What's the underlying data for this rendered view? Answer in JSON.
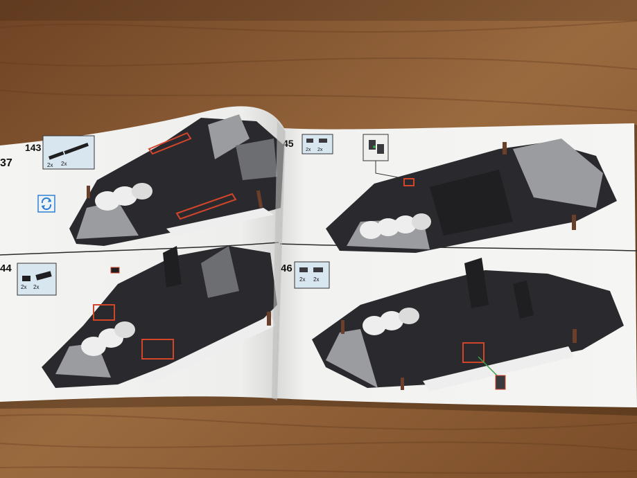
{
  "photo": {
    "subject": "open-lego-instruction-booklet-on-wooden-table"
  },
  "booklet": {
    "left_page": {
      "edge_step_number": "37",
      "steps": [
        {
          "number": "143",
          "parts": [
            {
              "qty": "2x"
            },
            {
              "qty": "2x"
            }
          ],
          "has_rotate_icon": true
        },
        {
          "number": "44",
          "parts": [
            {
              "qty": "2x"
            },
            {
              "qty": "2x"
            }
          ]
        }
      ]
    },
    "right_page": {
      "steps": [
        {
          "number": "45",
          "parts": [
            {
              "qty": "2x"
            },
            {
              "qty": "2x"
            }
          ]
        },
        {
          "number": "46",
          "parts": [
            {
              "qty": "2x"
            },
            {
              "qty": "2x"
            }
          ]
        }
      ]
    }
  },
  "colors": {
    "table": "#8a5a33",
    "table_dark": "#5e3a1e",
    "page": "#f3f3f1",
    "callout_fill": "#d8e6ef",
    "brick_black": "#1f1f22",
    "brick_grey": "#9a9ca0",
    "brick_white": "#eeeeee",
    "highlight": "#d2452b",
    "rotate_icon": "#2e7fd1"
  }
}
